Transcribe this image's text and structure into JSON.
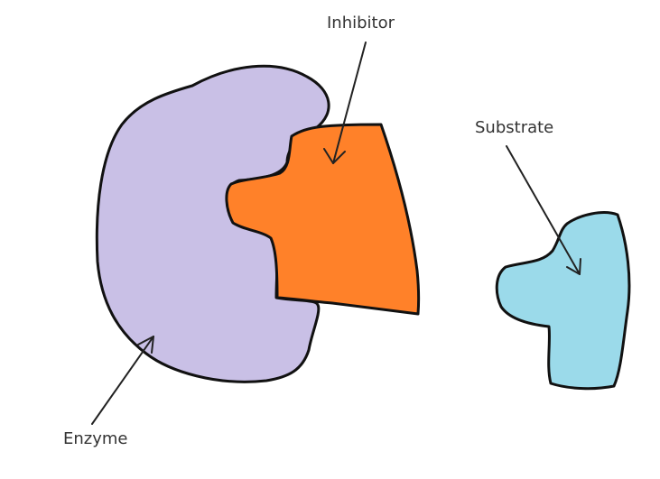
{
  "labels": {
    "inhibitor": "Inhibitor",
    "substrate": "Substrate",
    "enzyme": "Enzyme"
  },
  "colors": {
    "enzyme_fill": "#c9c0e6",
    "inhibitor_fill": "#ff8129",
    "substrate_fill": "#9bdaea",
    "outline": "#111111"
  }
}
